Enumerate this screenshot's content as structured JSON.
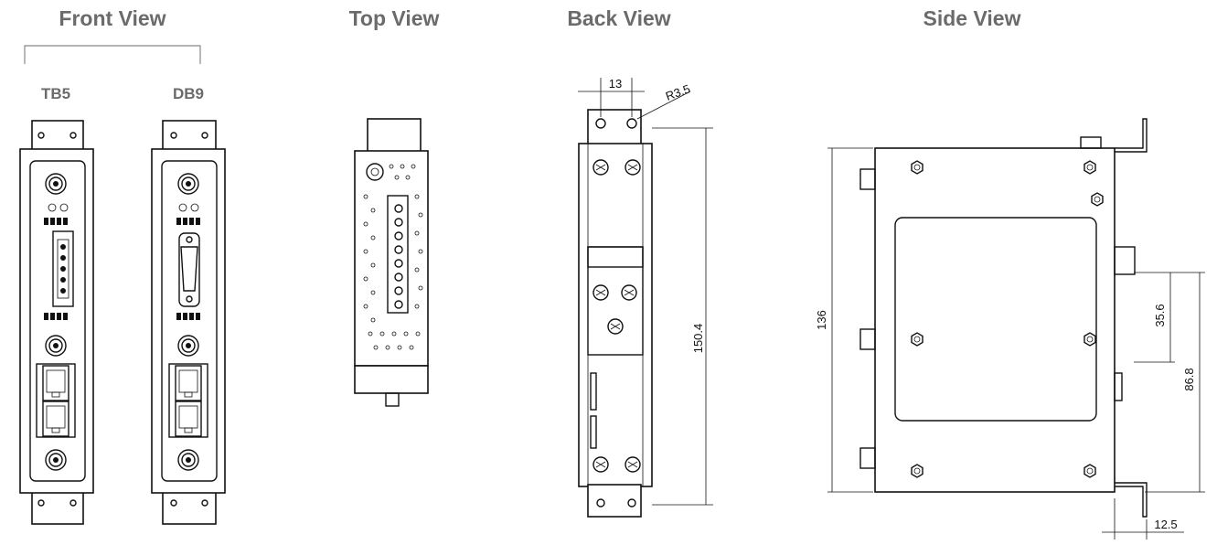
{
  "views": {
    "front": {
      "title": "Front View",
      "variants": [
        "TB5",
        "DB9"
      ]
    },
    "top": {
      "title": "Top View"
    },
    "back": {
      "title": "Back View",
      "dims": {
        "hole_spacing": "13",
        "radius": "R3.5",
        "height": "150.4"
      }
    },
    "side": {
      "title": "Side View",
      "dims": {
        "height": "136",
        "rail_width": "35.6",
        "rail_offset": "86.8",
        "depth_offset": "12.5"
      }
    }
  }
}
